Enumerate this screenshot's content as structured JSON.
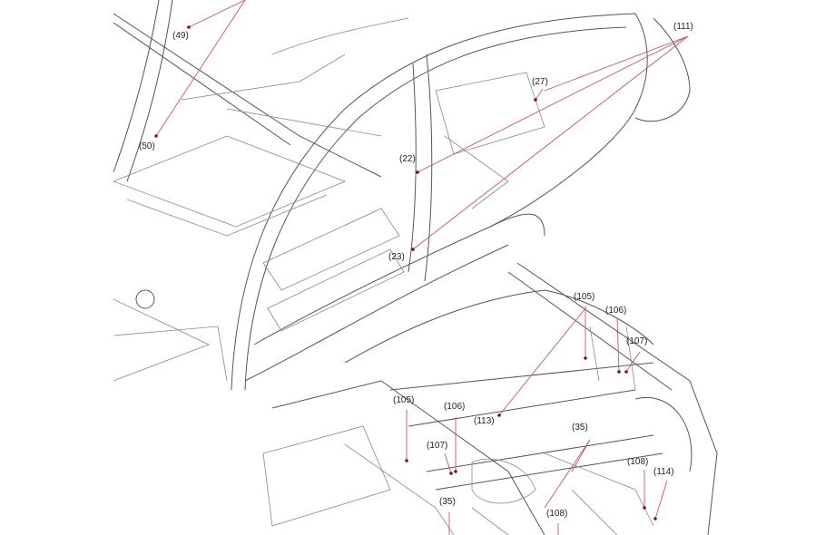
{
  "diagram": {
    "title": "Vehicle body structure callouts",
    "callouts": [
      {
        "id": "c49",
        "text": "(49)"
      },
      {
        "id": "c50",
        "text": "(50)"
      },
      {
        "id": "c111",
        "text": "(111)"
      },
      {
        "id": "c27",
        "text": "(27)"
      },
      {
        "id": "c22",
        "text": "(22)"
      },
      {
        "id": "c23",
        "text": "(23)"
      },
      {
        "id": "c105a",
        "text": "(105)"
      },
      {
        "id": "c106a",
        "text": "(106)"
      },
      {
        "id": "c107a",
        "text": "(107)"
      },
      {
        "id": "c105b",
        "text": "(105)"
      },
      {
        "id": "c106b",
        "text": "(106)"
      },
      {
        "id": "c113",
        "text": "(113)"
      },
      {
        "id": "c107b",
        "text": "(107)"
      },
      {
        "id": "c35a",
        "text": "(35)"
      },
      {
        "id": "c108a",
        "text": "(108)"
      },
      {
        "id": "c114",
        "text": "(114)"
      },
      {
        "id": "c35b",
        "text": "(35)"
      },
      {
        "id": "c108b",
        "text": "(108)"
      }
    ],
    "colors": {
      "outline": "#555555",
      "leader": "#c8546a",
      "point": "#7a1020"
    }
  }
}
